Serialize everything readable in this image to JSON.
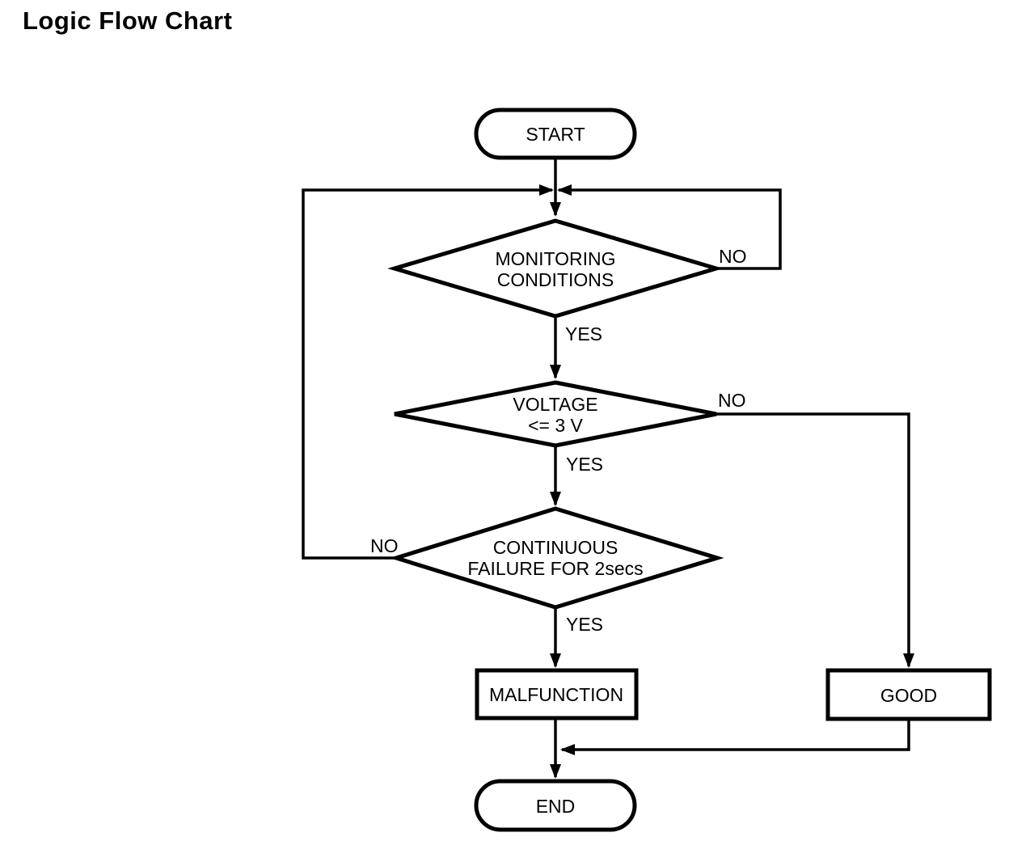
{
  "title": "Logic Flow Chart",
  "flowchart": {
    "start": {
      "label": "START"
    },
    "end": {
      "label": "END"
    },
    "decisions": [
      {
        "id": "monitoring-conditions",
        "line1": "MONITORING",
        "line2": "CONDITIONS",
        "yes": "YES",
        "no": "NO"
      },
      {
        "id": "voltage-le-3v",
        "line1": "VOLTAGE",
        "line2": "<= 3 V",
        "yes": "YES",
        "no": "NO"
      },
      {
        "id": "continuous-failure",
        "line1": "CONTINUOUS",
        "line2": "FAILURE FOR 2secs",
        "yes": "YES",
        "no": "NO"
      }
    ],
    "processes": [
      {
        "id": "malfunction",
        "label": "MALFUNCTION"
      },
      {
        "id": "good",
        "label": "GOOD"
      }
    ],
    "colors": {
      "line": "#000000",
      "fill": "#ffffff",
      "text": "#000000"
    }
  }
}
